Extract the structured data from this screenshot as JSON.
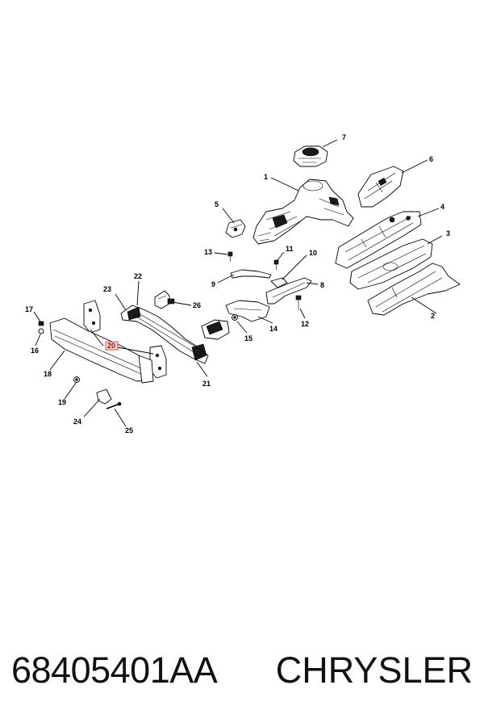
{
  "caption": {
    "part_number": "68405401AA",
    "brand": "CHRYSLER"
  },
  "callouts": {
    "c1": "1",
    "c2": "2",
    "c3": "3",
    "c4": "4",
    "c5": "5",
    "c6": "6",
    "c7": "7",
    "c8": "8",
    "c9": "9",
    "c10": "10",
    "c11": "11",
    "c12": "12",
    "c13": "13",
    "c14": "14",
    "c15": "15",
    "c16": "16",
    "c17": "17",
    "c18": "18",
    "c19": "19",
    "c20": "20",
    "c21": "21",
    "c22": "22",
    "c23": "23",
    "c24": "24",
    "c25": "25",
    "c26": "26"
  },
  "highlighted_callout": "20",
  "colors": {
    "highlight": "#cc0000",
    "ink": "#000000"
  }
}
